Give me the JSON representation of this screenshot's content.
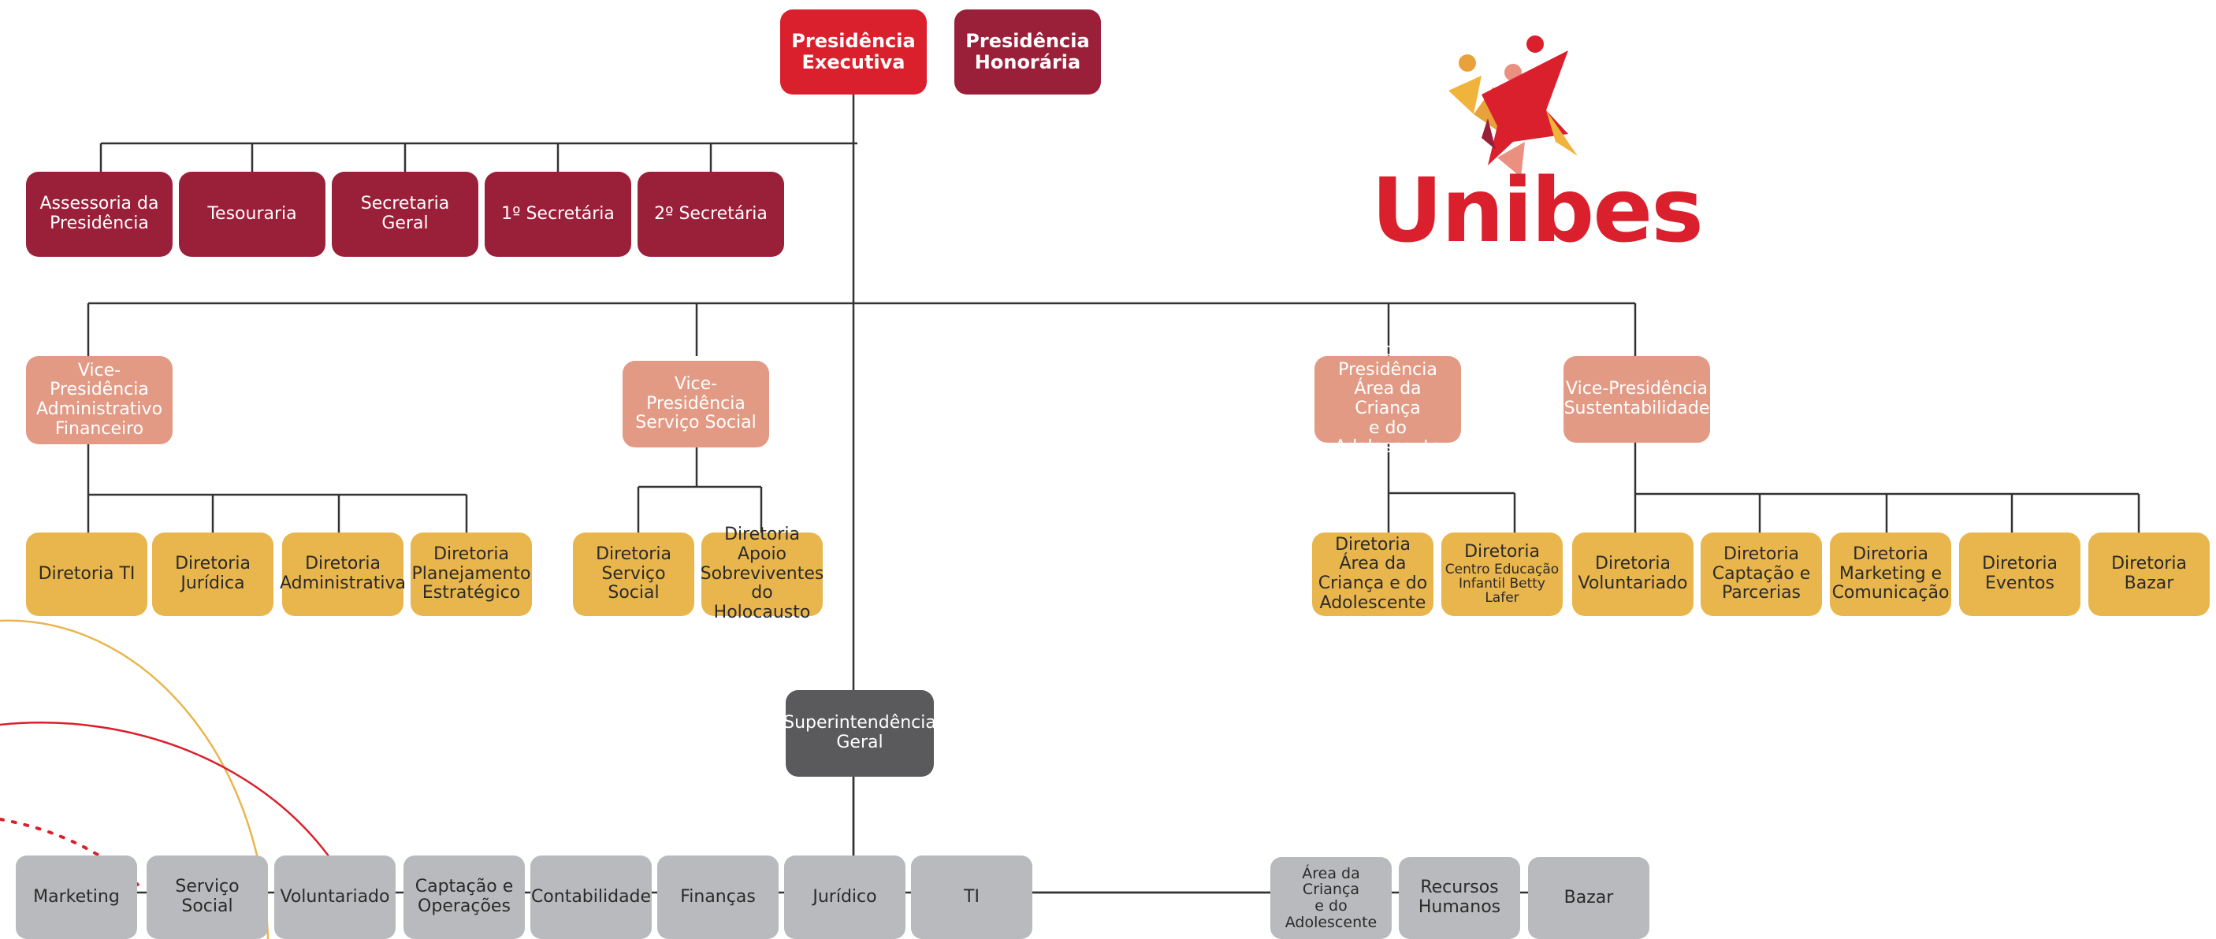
{
  "org": {
    "presidencia_executiva": "Presidência\nExecutiva",
    "presidencia_honoraria": "Presidência\nHonorária",
    "assessoria": "Assessoria da\nPresidência",
    "tesouraria": "Tesouraria",
    "secretaria_geral": "Secretaria Geral",
    "primeira_secretaria": "1º Secretária",
    "segunda_secretaria": "2º Secretária",
    "vp_administrativo": "Vice-Presidência\nAdministrativo\nFinanceiro",
    "vp_servico_social": "Vice-Presidência\nServiço Social",
    "vp_crianca": "Vice-Presidência\nÁrea da Criança\ne do Adolescente",
    "vp_sustentabilidade": "Vice-Presidência\nSustentabilidade",
    "dir_ti": "Diretoria TI",
    "dir_juridica": "Diretoria\nJurídica",
    "dir_administrativa": "Diretoria\nAdministrativa",
    "dir_planejamento": "Diretoria\nPlanejamento\nEstratégico",
    "dir_servico_social": "Diretoria\nServiço Social",
    "dir_apoio": "Diretoria Apoio\nSobreviventes\ndo Holocausto",
    "dir_crianca": "Diretoria\nÁrea da\nCriança e do\nAdolescente",
    "dir_centro_1": "Diretoria",
    "dir_centro_2": "Centro Educação\nInfantil Betty Lafer",
    "dir_voluntariado": "Diretoria\nVoluntariado",
    "dir_captacao": "Diretoria\nCaptação e\nParcerias",
    "dir_marketing": "Diretoria\nMarketing e\nComunicação",
    "dir_eventos": "Diretoria\nEventos",
    "dir_bazar": "Diretoria\nBazar",
    "superintendencia": "Superintendência\nGeral",
    "dep_marketing": "Marketing",
    "dep_servico_social": "Serviço Social",
    "dep_voluntariado": "Voluntariado",
    "dep_captacao": "Captação e\nOperações",
    "dep_contabilidade": "Contabilidade",
    "dep_financas": "Finanças",
    "dep_juridico": "Jurídico",
    "dep_ti": "TI",
    "dep_crianca": "Área da Criança\ne do Adolescente",
    "dep_rh": "Recursos\nHumanos",
    "dep_bazar": "Bazar"
  },
  "logo": {
    "wordmark": "Unibes"
  },
  "colors": {
    "red": "#da202c",
    "wine": "#9a1f39",
    "salmon": "#e39a85",
    "yellow": "#e9b64d",
    "dark_gray": "#5a5a5c",
    "light_gray": "#b9babd",
    "line": "#333333"
  }
}
